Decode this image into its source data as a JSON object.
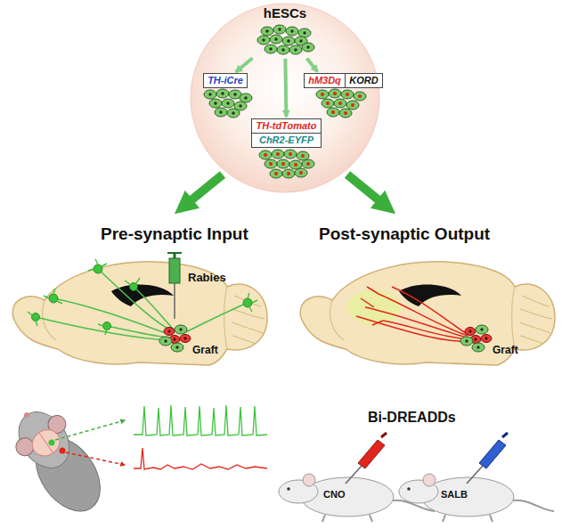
{
  "diagram": {
    "nodes": [
      {
        "text": [
          "hESCs"
        ]
      },
      {
        "text": [
          "TH-iCre"
        ]
      },
      {
        "text": [
          "hM3Dq"
        ]
      },
      {
        "text": [
          "KORD"
        ]
      },
      {
        "text": [
          "TH-tdTomato"
        ]
      },
      {
        "text": [
          "ChR2-EYFP"
        ]
      }
    ],
    "edges": [
      {
        "from": 0,
        "to": 1,
        "arrow": "to"
      },
      {
        "from": 0,
        "to": 2,
        "arrow": "to"
      },
      {
        "from": 0,
        "to": 4,
        "arrow": "to"
      }
    ],
    "labels": [
      "Pre-synaptic Input",
      "Post-synaptic Output",
      "Rabies",
      "Graft",
      "Graft",
      "Bi-DREADDs",
      "CNO",
      "SALB"
    ]
  }
}
